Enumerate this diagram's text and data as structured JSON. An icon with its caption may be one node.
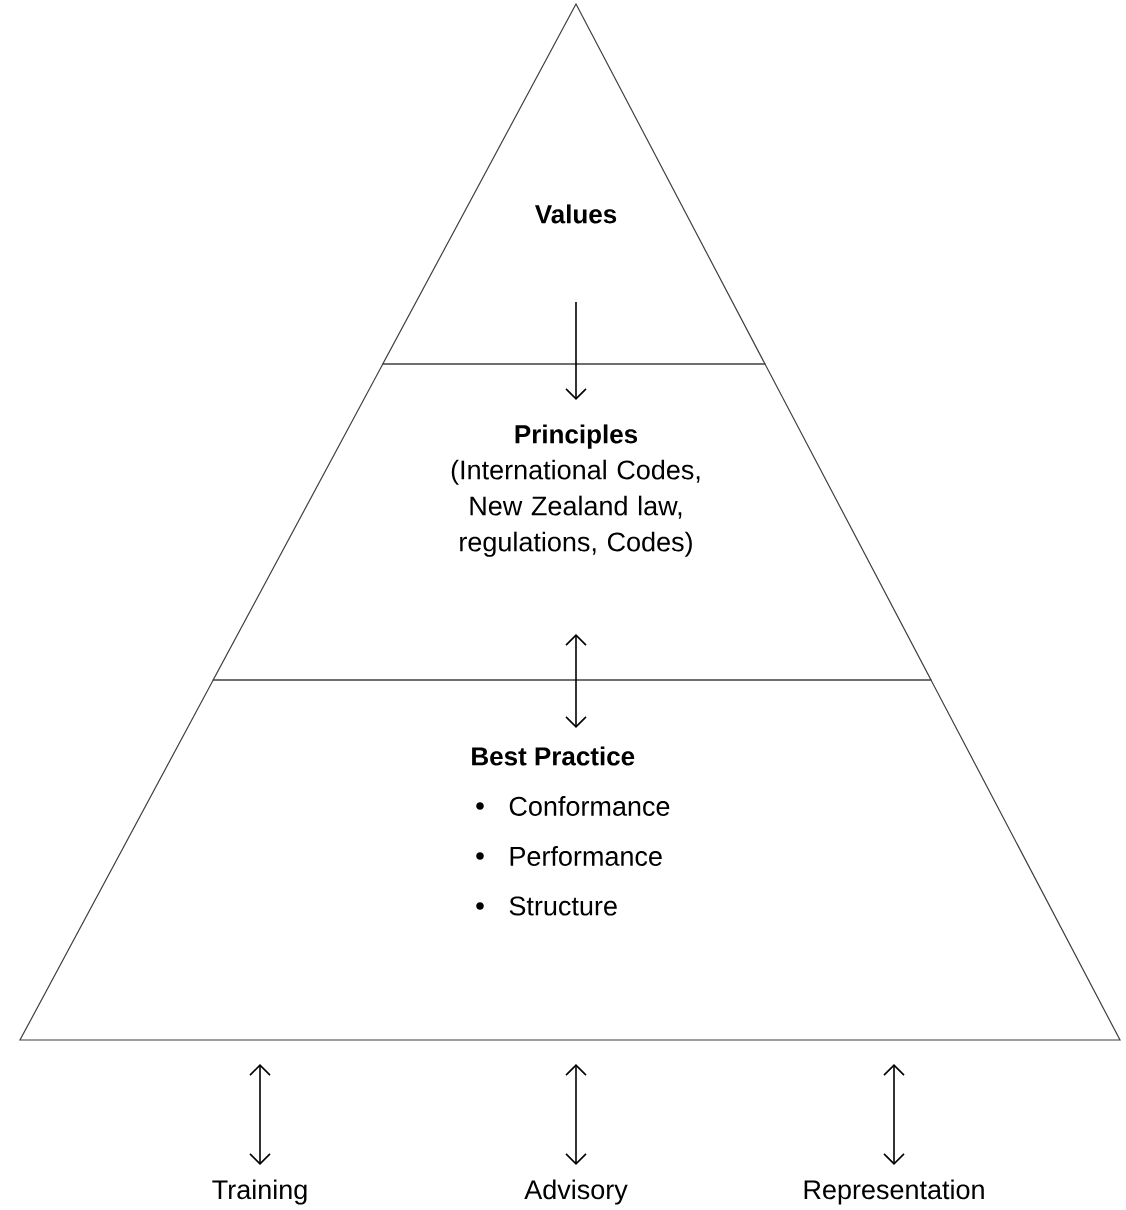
{
  "diagram": {
    "nodes": [
      {
        "text": [
          "Values"
        ]
      },
      {
        "text": [
          "Principles",
          "(International Codes, New Zealand law, regulations, Codes)"
        ]
      },
      {
        "text": [
          "Best Practice",
          "Conformance",
          "Performance",
          "Structure"
        ]
      },
      {
        "text": [
          "Training"
        ]
      },
      {
        "text": [
          "Advisory"
        ]
      },
      {
        "text": [
          "Representation"
        ]
      }
    ],
    "edges": [
      {
        "from": 0,
        "to": 1,
        "arrow": "to"
      },
      {
        "from": 1,
        "to": 2,
        "arrow": "both"
      },
      {
        "from": 2,
        "to": 3,
        "arrow": "both"
      },
      {
        "from": 2,
        "to": 4,
        "arrow": "both"
      },
      {
        "from": 2,
        "to": 5,
        "arrow": "both"
      }
    ]
  }
}
